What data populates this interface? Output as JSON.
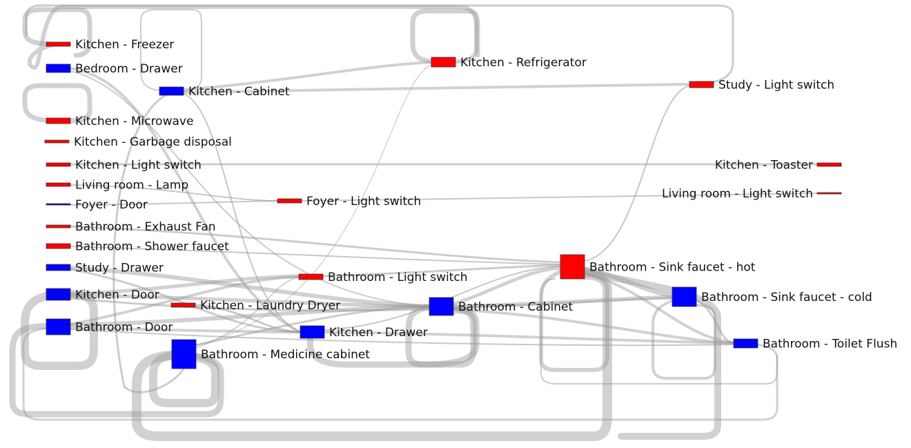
{
  "colors": {
    "red": "#ff0000",
    "blue": "#0000ff",
    "link": "#999999",
    "text": "#111111"
  },
  "nodes": [
    {
      "id": "kitchen-freezer",
      "label": "Kitchen - Freezer",
      "color": "red"
    },
    {
      "id": "bedroom-drawer",
      "label": "Bedroom - Drawer",
      "color": "blue"
    },
    {
      "id": "kitchen-cabinet",
      "label": "Kitchen - Cabinet",
      "color": "blue"
    },
    {
      "id": "kitchen-refrigerator",
      "label": "Kitchen - Refrigerator",
      "color": "red"
    },
    {
      "id": "study-light-switch",
      "label": "Study - Light switch",
      "color": "red"
    },
    {
      "id": "kitchen-microwave",
      "label": "Kitchen - Microwave",
      "color": "red"
    },
    {
      "id": "kitchen-garbage-disposal",
      "label": "Kitchen - Garbage disposal",
      "color": "red"
    },
    {
      "id": "kitchen-light-switch",
      "label": "Kitchen - Light switch",
      "color": "red"
    },
    {
      "id": "kitchen-toaster",
      "label": "Kitchen - Toaster",
      "color": "red"
    },
    {
      "id": "living-room-lamp",
      "label": "Living room - Lamp",
      "color": "red"
    },
    {
      "id": "foyer-door",
      "label": "Foyer - Door",
      "color": "blue"
    },
    {
      "id": "foyer-light-switch",
      "label": "Foyer - Light switch",
      "color": "red"
    },
    {
      "id": "living-room-light-switch",
      "label": "Living room - Light switch",
      "color": "red"
    },
    {
      "id": "bathroom-exhaust-fan",
      "label": "Bathroom - Exhaust Fan",
      "color": "red"
    },
    {
      "id": "bathroom-shower-faucet",
      "label": "Bathroom - Shower faucet",
      "color": "red"
    },
    {
      "id": "bathroom-sink-faucet-hot",
      "label": "Bathroom - Sink faucet - hot",
      "color": "red"
    },
    {
      "id": "study-drawer",
      "label": "Study - Drawer",
      "color": "blue"
    },
    {
      "id": "bathroom-light-switch",
      "label": "Bathroom - Light switch",
      "color": "red"
    },
    {
      "id": "kitchen-door",
      "label": "Kitchen - Door",
      "color": "blue"
    },
    {
      "id": "kitchen-laundry-dryer",
      "label": "Kitchen - Laundry Dryer",
      "color": "red"
    },
    {
      "id": "bathroom-cabinet",
      "label": "Bathroom - Cabinet",
      "color": "blue"
    },
    {
      "id": "bathroom-sink-faucet-cold",
      "label": "Bathroom - Sink faucet - cold",
      "color": "blue"
    },
    {
      "id": "bathroom-door",
      "label": "Bathroom - Door",
      "color": "blue"
    },
    {
      "id": "kitchen-drawer",
      "label": "Kitchen - Drawer",
      "color": "blue"
    },
    {
      "id": "bathroom-toilet-flush",
      "label": "Bathroom - Toilet Flush",
      "color": "blue"
    },
    {
      "id": "bathroom-medicine-cabinet",
      "label": "Bathroom - Medicine cabinet",
      "color": "blue"
    }
  ]
}
